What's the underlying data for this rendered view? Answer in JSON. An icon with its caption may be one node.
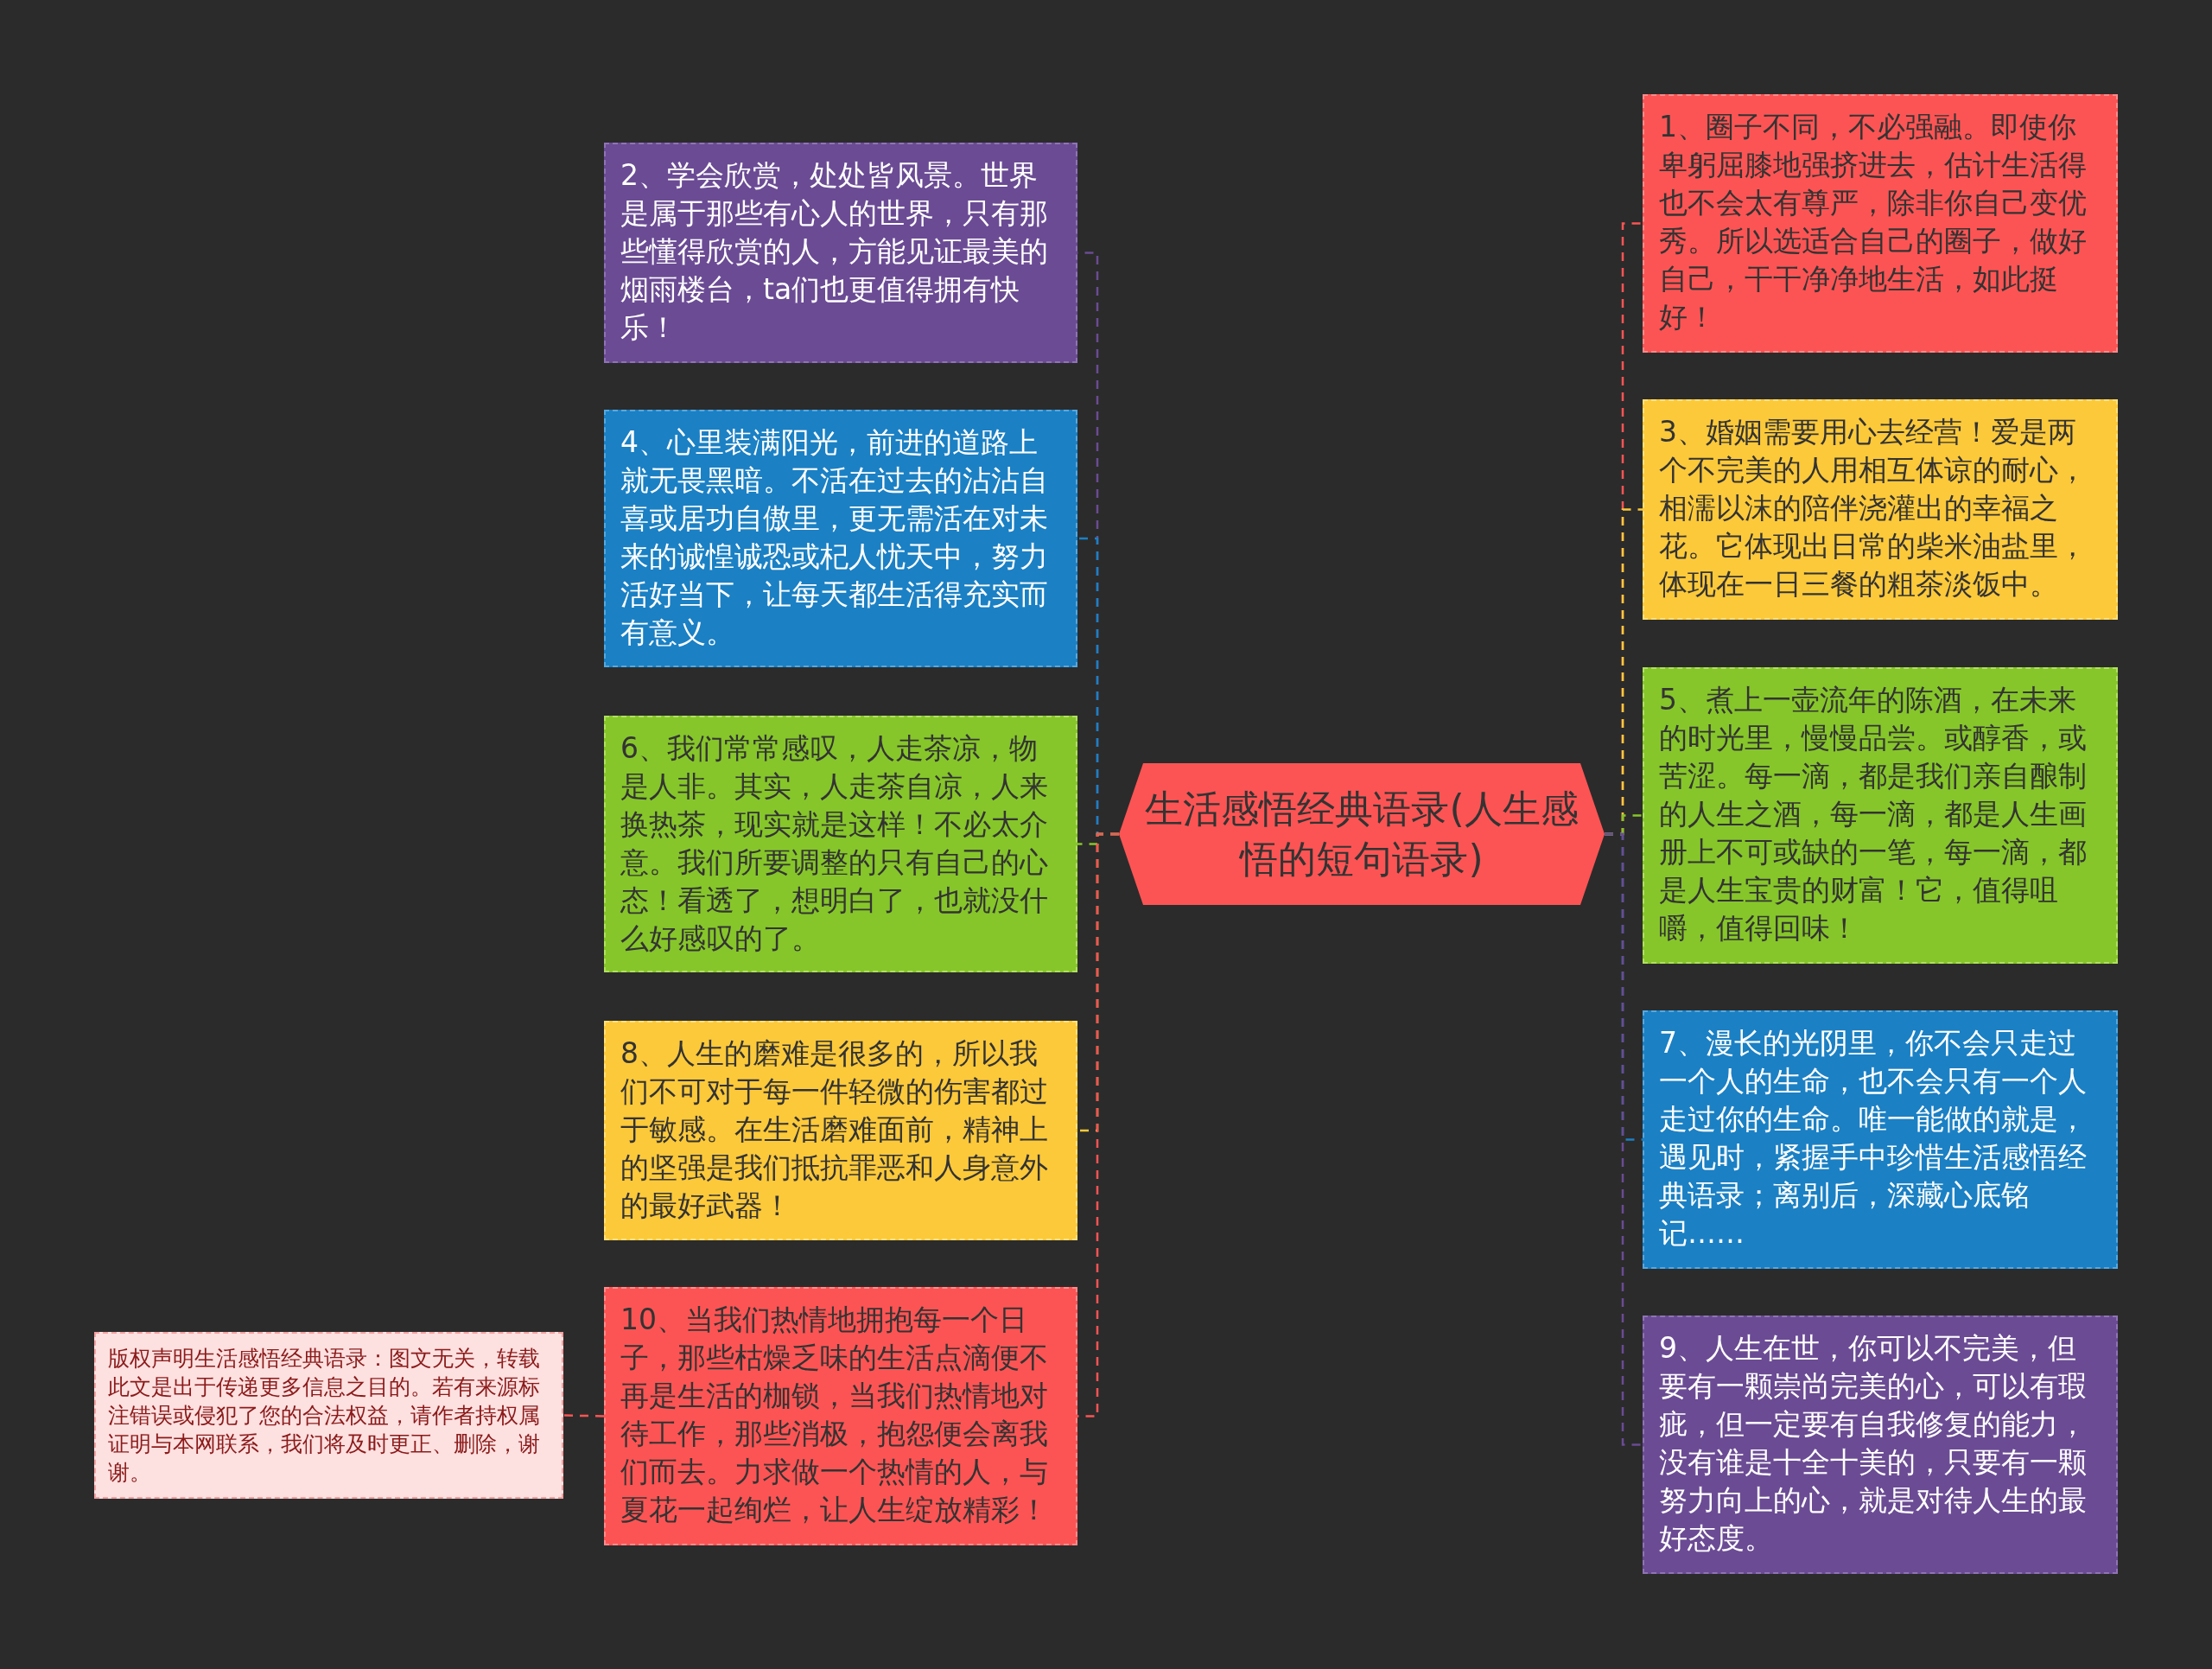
{
  "diagram": {
    "nodes": [
      {
        "text": [
          "生活感悟经典语录(人生感悟的短句语录)"
        ]
      },
      {
        "text": [
          "1、圈子不同，不必强融。即使你卑躬屈膝地强挤进去，估计生活得也不会太有尊严，除非你自己变优秀。所以选适合自己的圈子，做好自己，干干净净地生活，如此挺好！"
        ]
      },
      {
        "text": [
          "2、学会欣赏，处处皆风景。世界是属于那些有心人的世界，只有那些懂得欣赏的人，方能见证最美的烟雨楼台，ta们也更值得拥有快乐！"
        ]
      },
      {
        "text": [
          "3、婚姻需要用心去经营！爱是两个不完美的人用相互体谅的耐心，相濡以沫的陪伴浇灌出的幸福之花。它体现出日常的柴米油盐里，体现在一日三餐的粗茶淡饭中。"
        ]
      },
      {
        "text": [
          "4、心里装满阳光，前进的道路上就无畏黑暗。不活在过去的沾沾自喜或居功自傲里，更无需活在对未来的诚惶诚恐或杞人忧天中，努力活好当下，让每天都生活得充实而有意义。"
        ]
      },
      {
        "text": [
          "5、煮上一壶流年的陈酒，在未来的时光里，慢慢品尝。或醇香，或苦涩。每一滴，都是我们亲自酿制的人生之酒，每一滴，都是人生画册上不可或缺的一笔，每一滴，都是人生宝贵的财富！它，值得咀嚼，值得回味！"
        ]
      },
      {
        "text": [
          "6、我们常常感叹，人走茶凉，物是人非。其实，人走茶自凉，人来换热茶，现实就是这样！不必太介意。我们所要调整的只有自己的心态！看透了，想明白了，也就没什么好感叹的了。"
        ]
      },
      {
        "text": [
          "7、漫长的光阴里，你不会只走过一个人的生命，也不会只有一个人走过你的生命。唯一能做的就是，遇见时，紧握手中珍惜生活感悟经典语录；离别后，深藏心底铭记……"
        ]
      },
      {
        "text": [
          "8、人生的磨难是很多的，所以我们不可对于每一件轻微的伤害都过于敏感。在生活磨难面前，精神上的坚强是我们抵抗罪恶和人身意外的最好武器！"
        ]
      },
      {
        "text": [
          "9、人生在世，你可以不完美，但要有一颗崇尚完美的心，可以有瑕疵，但一定要有自我修复的能力，没有谁是十全十美的，只要有一颗努力向上的心，就是对待人生的最好态度。"
        ]
      },
      {
        "text": [
          "10、当我们热情地拥抱每一个日子，那些枯燥乏味的生活点滴便不再是生活的枷锁，当我们热情地对待工作，那些消极，抱怨便会离我们而去。力求做一个热情的人，与夏花一起绚烂，让人生绽放精彩！"
        ]
      },
      {
        "text": [
          "版权声明生活感悟经典语录：图文无关，转载此文是出于传递更多信息之目的。若有来源标注错误或侵犯了您的合法权益，请作者持权属证明与本网联系，我们将及时更正、删除，谢谢。"
        ]
      }
    ],
    "edges": [
      {
        "from": 0,
        "to": 1,
        "arrow": "none",
        "style": "dashed",
        "color": "#fc5454"
      },
      {
        "from": 0,
        "to": 2,
        "arrow": "none",
        "style": "dashed",
        "color": "#6b4b94"
      },
      {
        "from": 0,
        "to": 3,
        "arrow": "none",
        "style": "dashed",
        "color": "#fcc93a"
      },
      {
        "from": 0,
        "to": 4,
        "arrow": "none",
        "style": "dashed",
        "color": "#1b80c4"
      },
      {
        "from": 0,
        "to": 5,
        "arrow": "none",
        "style": "dashed",
        "color": "#86c62a"
      },
      {
        "from": 0,
        "to": 6,
        "arrow": "none",
        "style": "dashed",
        "color": "#86c62a"
      },
      {
        "from": 0,
        "to": 7,
        "arrow": "none",
        "style": "dashed",
        "color": "#1b80c4"
      },
      {
        "from": 0,
        "to": 8,
        "arrow": "none",
        "style": "dashed",
        "color": "#fcc93a"
      },
      {
        "from": 0,
        "to": 9,
        "arrow": "none",
        "style": "dashed",
        "color": "#6b4b94"
      },
      {
        "from": 0,
        "to": 10,
        "arrow": "none",
        "style": "dashed",
        "color": "#fc5454"
      },
      {
        "from": 10,
        "to": 11,
        "arrow": "none",
        "style": "dashed",
        "color": "#fc5454"
      }
    ]
  }
}
